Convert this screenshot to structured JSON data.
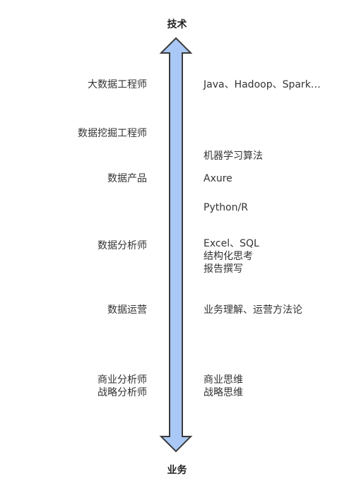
{
  "axis": {
    "top_label": "技术",
    "bottom_label": "业务",
    "arrow_fill": "#a9c8f5",
    "arrow_stroke": "#3a3a3a"
  },
  "roles": {
    "big_data_engineer": "大数据工程师",
    "data_mining_engineer": "数据挖掘工程师",
    "data_product": "数据产品",
    "data_analyst": "数据分析师",
    "data_operations": "数据运营",
    "business_analyst": "商业分析师",
    "strategy_analyst": "战略分析师"
  },
  "skills": {
    "big_data_stack": "Java、Hadoop、Spark…",
    "machine_learning": "机器学习算法",
    "axure": "Axure",
    "python_r": "Python/R",
    "excel_sql": "Excel、SQL",
    "structured_thinking": "结构化思考",
    "report_writing": "报告撰写",
    "business_understanding": "业务理解、运营方法论",
    "business_thinking": "商业思维",
    "strategic_thinking": "战略思维"
  }
}
